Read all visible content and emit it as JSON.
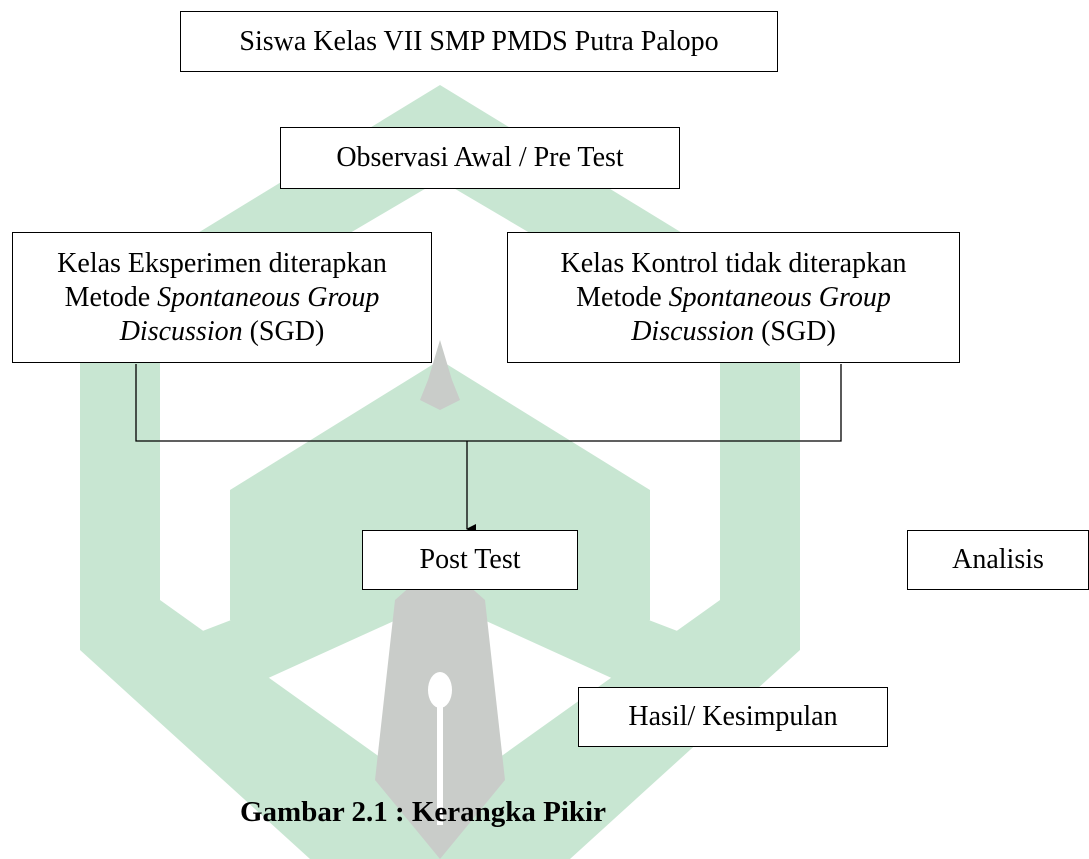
{
  "diagram": {
    "boxes": {
      "students": {
        "text": "Siswa Kelas VII SMP PMDS Putra Palopo"
      },
      "pretest": {
        "text": "Observasi Awal / Pre Test"
      },
      "experiment": {
        "line1": "Kelas Eksperimen diterapkan",
        "line2_plain": "Metode ",
        "line2_italic": "Spontaneous Group",
        "line3_italic": "Discussion",
        "line3_plain": " (SGD)"
      },
      "control": {
        "line1": "Kelas Kontrol tidak diterapkan",
        "line2_plain": "Metode ",
        "line2_italic": "Spontaneous Group",
        "line3_italic": "Discussion",
        "line3_plain": " (SGD)"
      },
      "posttest": {
        "text": "Post Test"
      },
      "analysis": {
        "text": "Analisis"
      },
      "conclusion": {
        "text": "Hasil/ Kesimpulan"
      }
    },
    "caption": "Gambar 2.1 : Kerangka Pikir"
  },
  "colors": {
    "watermark_green": "#c8e6d2",
    "watermark_gray": "#c9ccc9",
    "line": "#000000"
  }
}
